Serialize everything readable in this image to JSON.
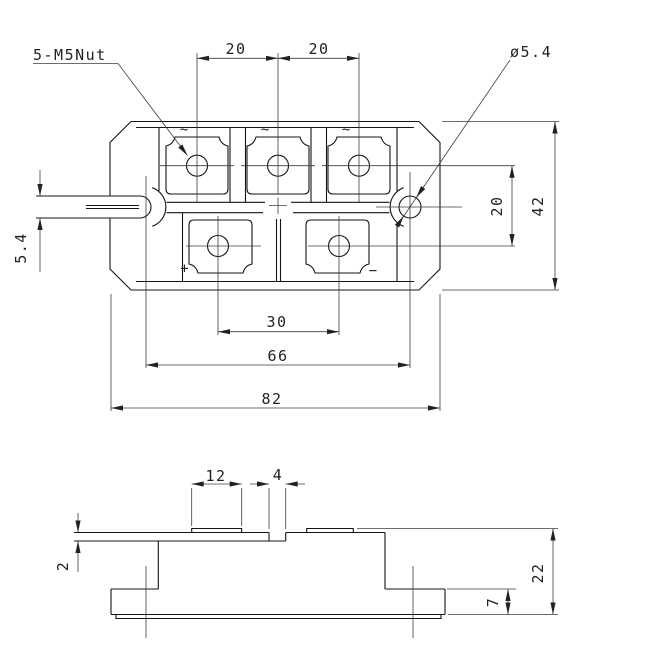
{
  "drawing": {
    "background": "#ffffff",
    "line_color": "#141414",
    "top_view": {
      "note_nut": "5-M5Nut",
      "note_hole_dia": "ø5.4",
      "dims": {
        "pitch_a": "20",
        "pitch_b": "20",
        "slot_width": "5.4",
        "row_pitch": "20",
        "body_height": "42",
        "bottom_pitch": "30",
        "hole_span": "66",
        "body_width": "82"
      },
      "terminals": {
        "ac1": "~",
        "ac2": "~",
        "ac3": "~",
        "plus": "+",
        "minus": "−"
      }
    },
    "side_view": {
      "dims": {
        "pad_width": "12",
        "notch_width": "4",
        "lid_thickness": "2",
        "total_height": "22",
        "base_height": "7"
      }
    }
  }
}
